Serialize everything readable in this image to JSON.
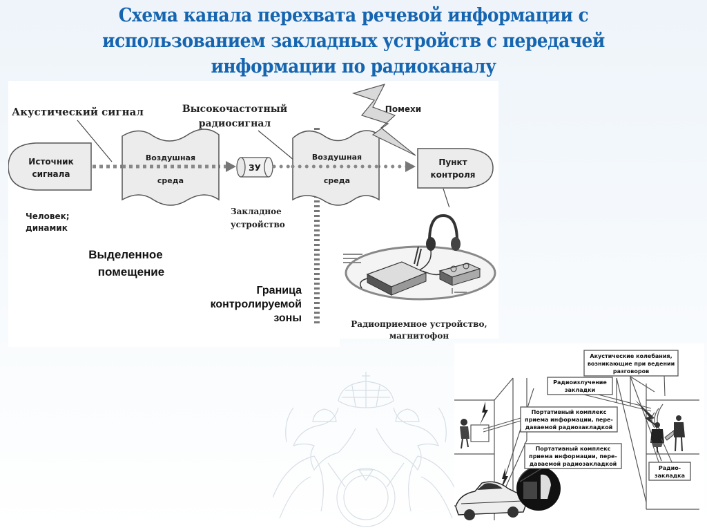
{
  "slide": {
    "title_lines": [
      "Схема канала перехвата речевой информации с",
      "использованием закладных устройств с передачей",
      "информации по радиоканалу"
    ],
    "title_color": "#1565b0"
  },
  "main_diagram": {
    "acoustic_signal": "Акустический сигнал",
    "source_line1": "Источник",
    "source_line2": "сигнала",
    "air1_line1": "Воздушная",
    "air1_line2": "среда",
    "storage": "ЗУ",
    "hf_line1": "Высокочастотный",
    "hf_line2": "радиосигнал",
    "interference": "Помехи",
    "air2_line1": "Воздушная",
    "air2_line2": "среда",
    "control_line1": "Пункт",
    "control_line2": "контроля",
    "person_line1": "Человек;",
    "person_line2": "динамик",
    "bug_line1": "Закладное",
    "bug_line2": "устройство",
    "room_line1": "Выделенное",
    "room_line2": "помещение",
    "boundary_line1": "Граница",
    "boundary_line2": "контролируемой",
    "boundary_line3": "зоны",
    "receiver_line1": "Радиоприемное устройство,",
    "receiver_line2": "магнитофон"
  },
  "scene_diagram": {
    "acoustic_line1": "Акустические колебания,",
    "acoustic_line2": "возникающие при ведении",
    "acoustic_line3": "разговоров",
    "radio_line1": "Радиоизлучение",
    "radio_line2": "закладки",
    "portable1_line1": "Портативный комплекс",
    "portable1_line2": "приема информации, пере-",
    "portable1_line3": "даваемой радиозакладкой",
    "portable2_line1": "Портативный комплекс",
    "portable2_line2": "приема информации, пере-",
    "portable2_line3": "даваемой радиозакладкой",
    "bug_line1": "Радио-",
    "bug_line2": "закладка"
  }
}
